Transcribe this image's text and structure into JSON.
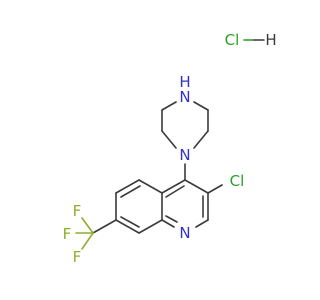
{
  "salt": {
    "formula": "HCl",
    "cl_label": "Cl",
    "h_label": "H"
  },
  "atoms": {
    "piperazine_nh": "N",
    "piperazine_h": "H",
    "piperazine_n": "N",
    "ring_n": "N",
    "chloro": "Cl",
    "f_top": "F",
    "f_left": "F",
    "f_bottom": "F"
  },
  "colors": {
    "bond": "#3a3a3a",
    "nitrogen": "#3232c8",
    "chlorine": "#2aa02a",
    "fluorine": "#8fae2e"
  }
}
